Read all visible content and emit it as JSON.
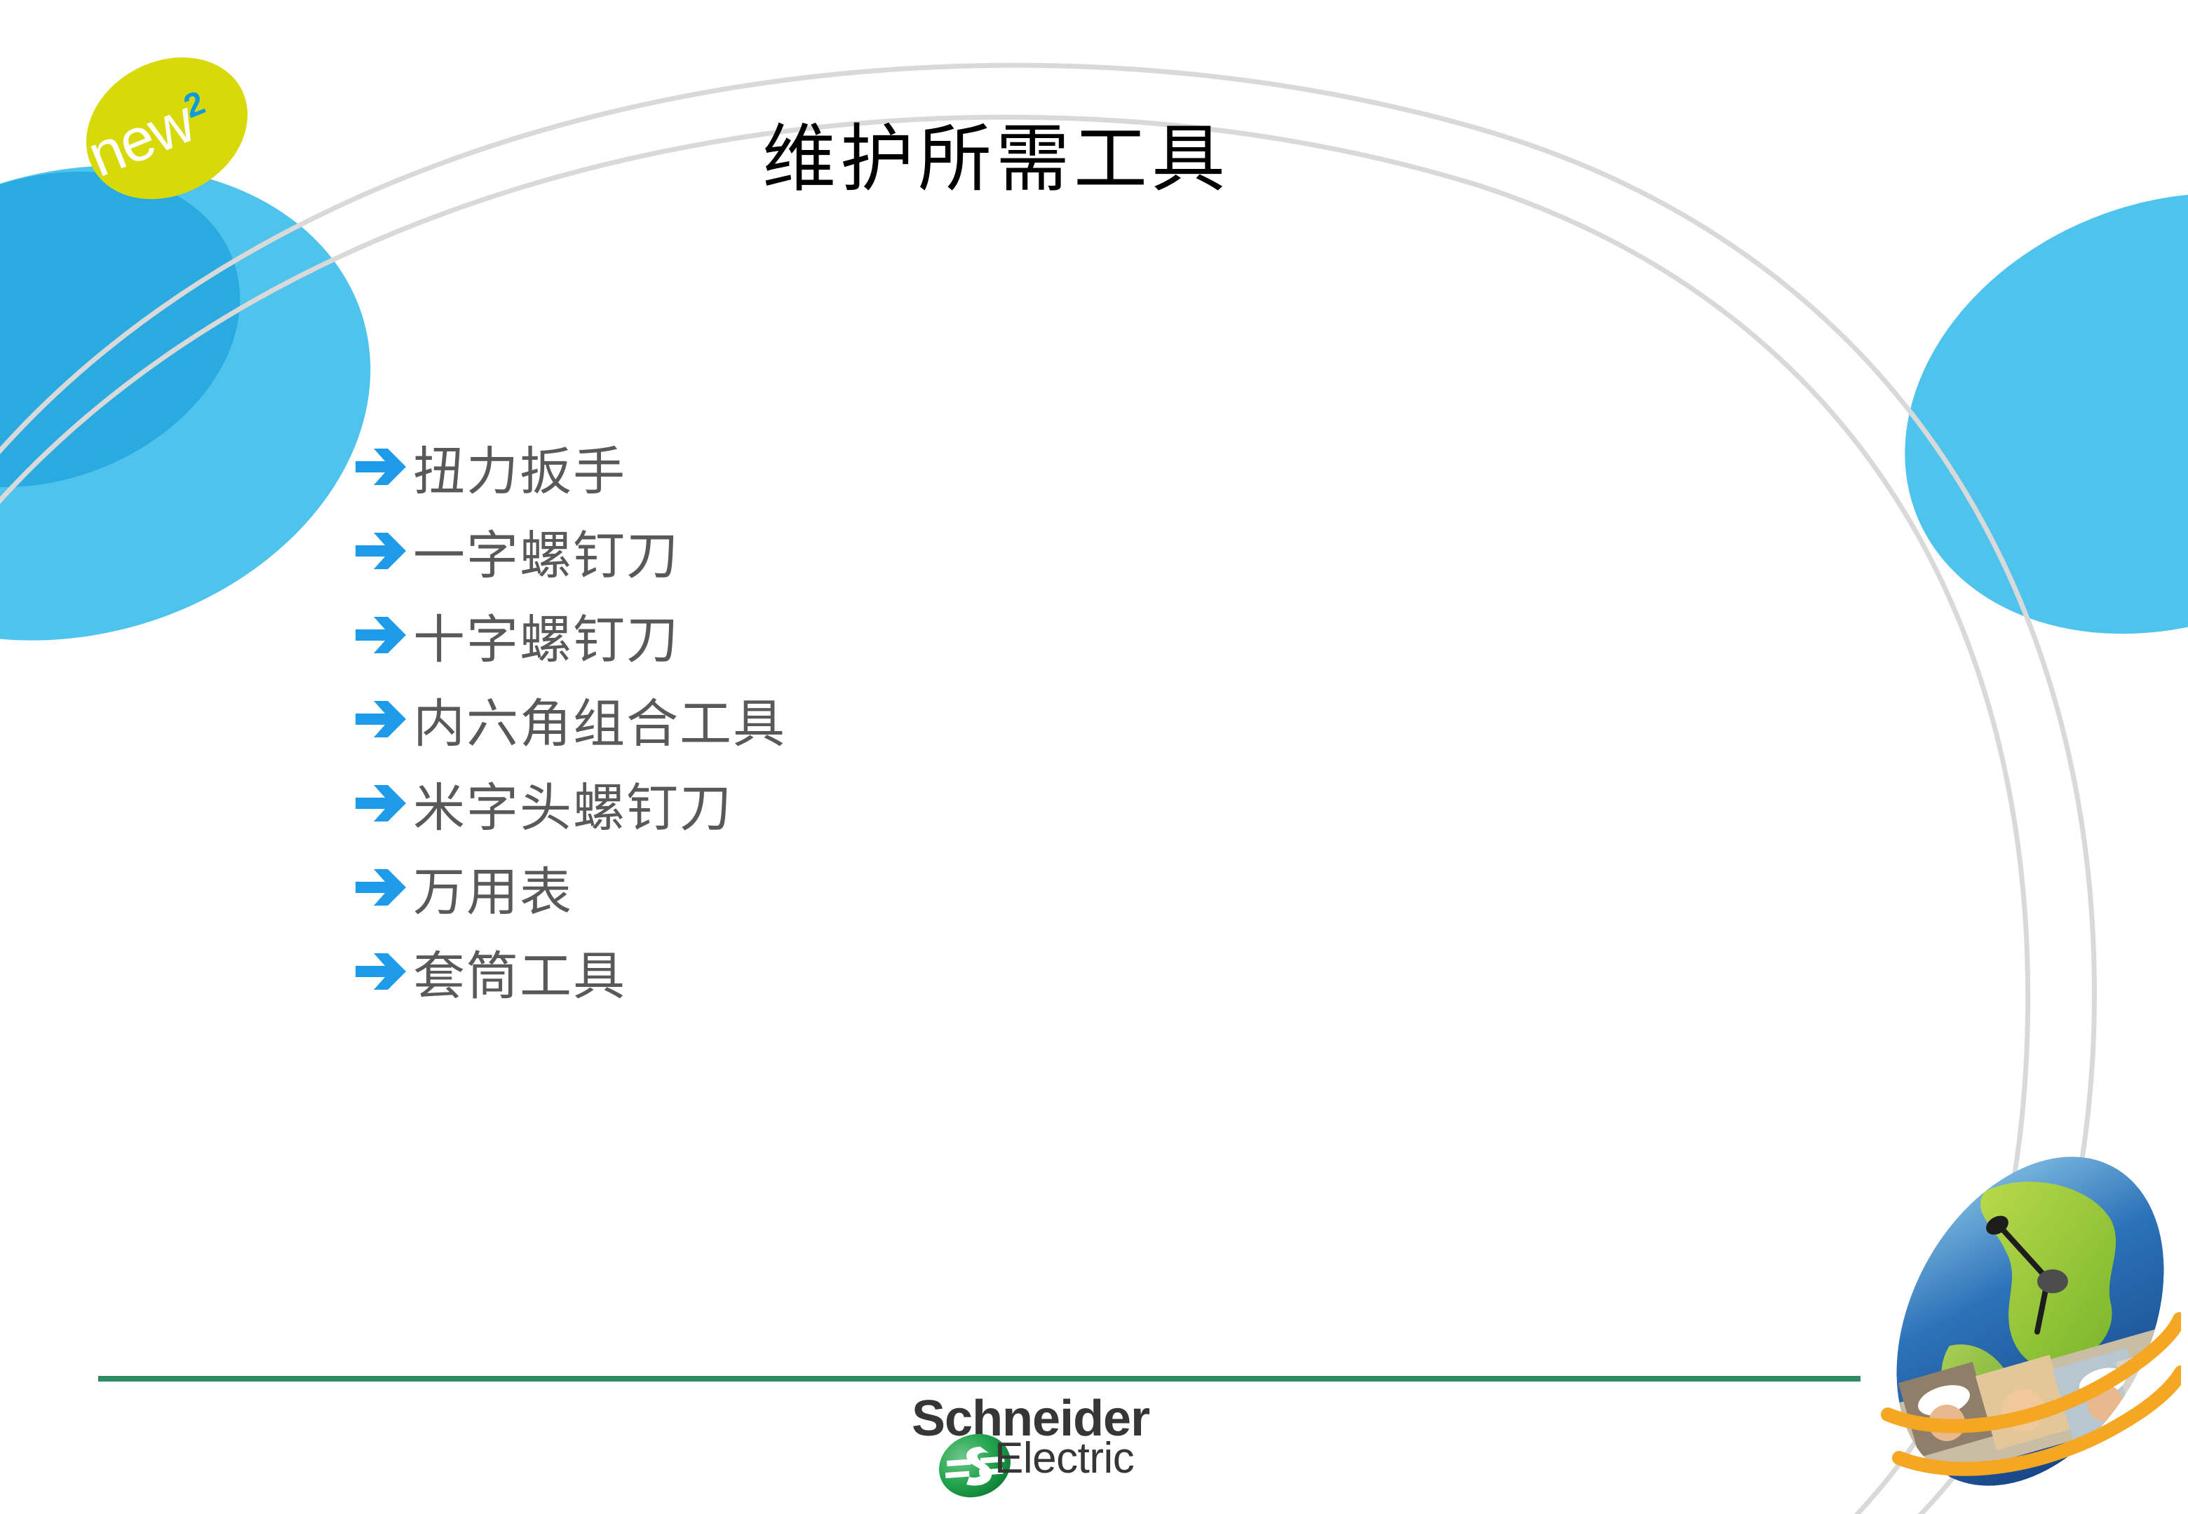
{
  "slide": {
    "title": "维护所需工具",
    "background_color": "#ffffff"
  },
  "logo": {
    "wordmark": "new",
    "superscript": "2",
    "ellipse_color": "#d7d908",
    "word_color": "#ffffff",
    "superscript_color": "#0b9ce0"
  },
  "bullets": {
    "arrow_color": "#1e9be8",
    "text_color": "#595959",
    "items": [
      {
        "label": "扭力扳手"
      },
      {
        "label": "一字螺钉刀"
      },
      {
        "label": "十字螺钉刀"
      },
      {
        "label": "内六角组合工具"
      },
      {
        "label": "米字头螺钉刀"
      },
      {
        "label": "万用表"
      },
      {
        "label": "套筒工具"
      }
    ]
  },
  "footer": {
    "rule_color": "#2e8b62",
    "brand_line1": "Schneider",
    "brand_line2": "Electric",
    "brand_text_color": "#363636",
    "brand_mark_color": "#21a04a"
  },
  "decoration": {
    "blue_light": "#4ec3ec",
    "blue_dark": "#29abe2",
    "curve_color": "#d9d9d9",
    "globe_band_color": "#f5a623"
  }
}
